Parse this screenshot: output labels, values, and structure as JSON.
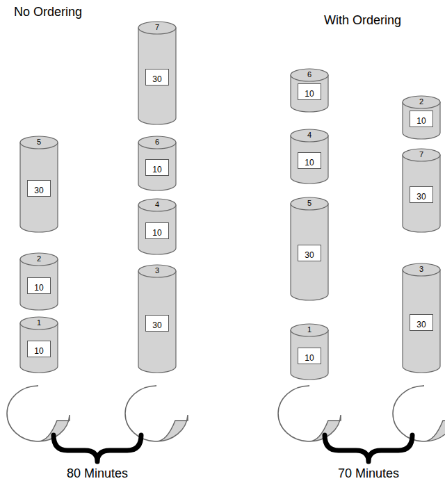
{
  "diagram": {
    "nodes": [
      {
        "text": [
          "5"
        ]
      },
      {
        "text": [
          "30"
        ],
        "in": 0
      },
      {
        "text": [
          "2"
        ]
      },
      {
        "text": [
          "10"
        ],
        "in": 2
      },
      {
        "text": [
          "1"
        ]
      },
      {
        "text": [
          "10"
        ],
        "in": 4
      },
      {
        "text": [
          "7"
        ]
      },
      {
        "text": [
          "30"
        ],
        "in": 6
      },
      {
        "text": [
          "6"
        ]
      },
      {
        "text": [
          "10"
        ],
        "in": 8
      },
      {
        "text": [
          "4"
        ]
      },
      {
        "text": [
          "10"
        ],
        "in": 10
      },
      {
        "text": [
          "3"
        ]
      },
      {
        "text": [
          "30"
        ],
        "in": 12
      },
      {
        "text": [
          "6"
        ]
      },
      {
        "text": [
          "10"
        ],
        "in": 14
      },
      {
        "text": [
          "4"
        ]
      },
      {
        "text": [
          "10"
        ],
        "in": 16
      },
      {
        "text": [
          "5"
        ]
      },
      {
        "text": [
          "30"
        ],
        "in": 18
      },
      {
        "text": [
          "1"
        ]
      },
      {
        "text": [
          "10"
        ],
        "in": 20
      },
      {
        "text": [
          "2"
        ]
      },
      {
        "text": [
          "10"
        ],
        "in": 22
      },
      {
        "text": [
          "7"
        ]
      },
      {
        "text": [
          "30"
        ],
        "in": 24
      },
      {
        "text": [
          "3"
        ]
      },
      {
        "text": [
          "30"
        ],
        "in": 26
      }
    ],
    "labels": [
      "No Ordering",
      "With Ordering",
      "80 Minutes",
      "70 Minutes"
    ]
  }
}
